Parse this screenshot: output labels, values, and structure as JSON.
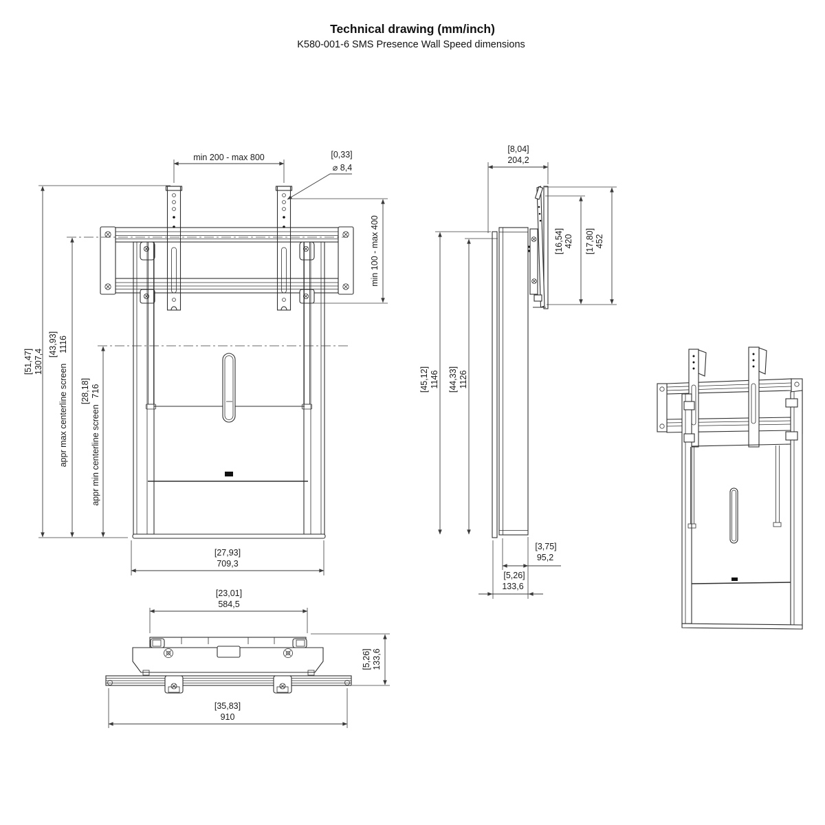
{
  "page": {
    "title": "Technical drawing (mm/inch)",
    "subtitle": "K580-001-6 SMS Presence Wall Speed dimensions"
  },
  "colors": {
    "line": "#2e2e2e",
    "dimension": "#3a3a3a",
    "background": "#ffffff",
    "text": "#1a1a1a"
  },
  "front_view": {
    "vesa_width_range": "min 200 - max 800",
    "hole_diameter_inch": "[0,33]",
    "hole_diameter_mm": "⌀ 8,4",
    "vesa_height_range": "min 100 - max 400",
    "total_height_inch": "[51,47]",
    "total_height_mm": "1307,4",
    "centerline_max_inch": "[43,93]",
    "centerline_max_mm": "1116",
    "centerline_max_label": "appr max  centerline screen",
    "centerline_min_inch": "[28,18]",
    "centerline_min_mm": "716",
    "centerline_min_label": "appr min  centerline screen",
    "base_width_inch": "[27,93]",
    "base_width_mm": "709,3"
  },
  "side_view": {
    "depth_inch": "[8,04]",
    "depth_mm": "204,2",
    "height_outer_inch": "[45,12]",
    "height_outer_mm": "1146",
    "height_inner_inch": "[44,33]",
    "height_inner_mm": "1126",
    "bracket_height_inch": "[16,54]",
    "bracket_height_mm": "420",
    "bracket_total_inch": "[17,80]",
    "bracket_total_mm": "452",
    "column_depth_inch": "[3,75]",
    "column_depth_mm": "95,2",
    "total_depth_inch": "[5,26]",
    "total_depth_mm": "133,6"
  },
  "top_view": {
    "body_width_inch": "[23,01]",
    "body_width_mm": "584,5",
    "body_depth_inch": "[5,26]",
    "body_depth_mm": "133,6",
    "rail_width_inch": "[35,83]",
    "rail_width_mm": "910"
  }
}
